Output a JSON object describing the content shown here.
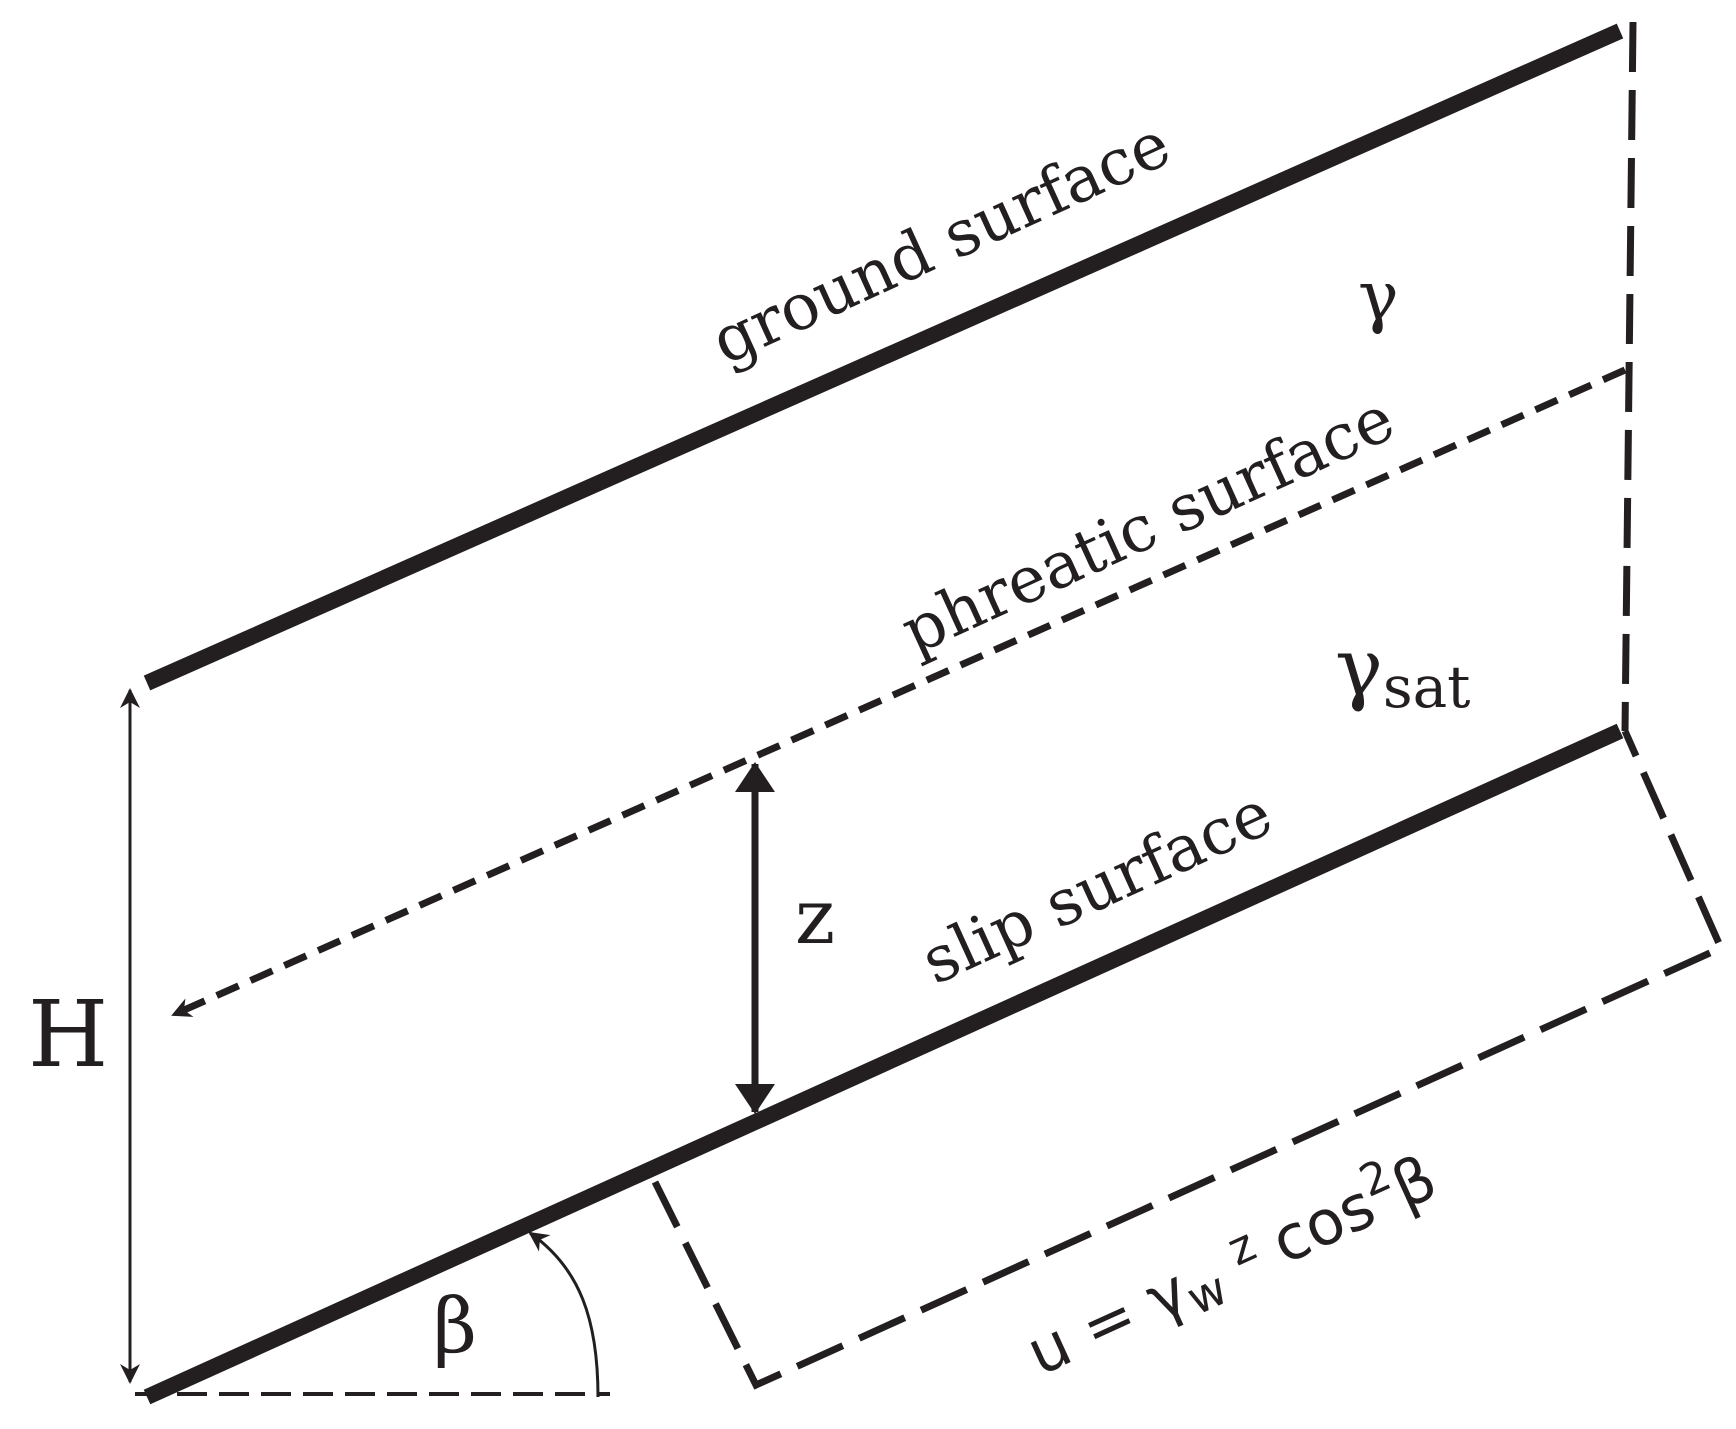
{
  "colors": {
    "ink": "#231f20",
    "background": "#ffffff"
  },
  "labels": {
    "ground_surface": "ground surface",
    "phreatic_surface": "phreatic surface",
    "slip_surface": "slip surface",
    "gamma": "γ",
    "gamma_sat_symbol": "γ",
    "gamma_sat_sub": "sat",
    "height": "H",
    "depth": "z",
    "angle": "β",
    "pore_pressure": {
      "u": "u",
      "equals": "=",
      "gamma": "γ",
      "sub_w": "w",
      "z": "z",
      "cos": "cos",
      "exp": "2",
      "beta": "β"
    }
  }
}
